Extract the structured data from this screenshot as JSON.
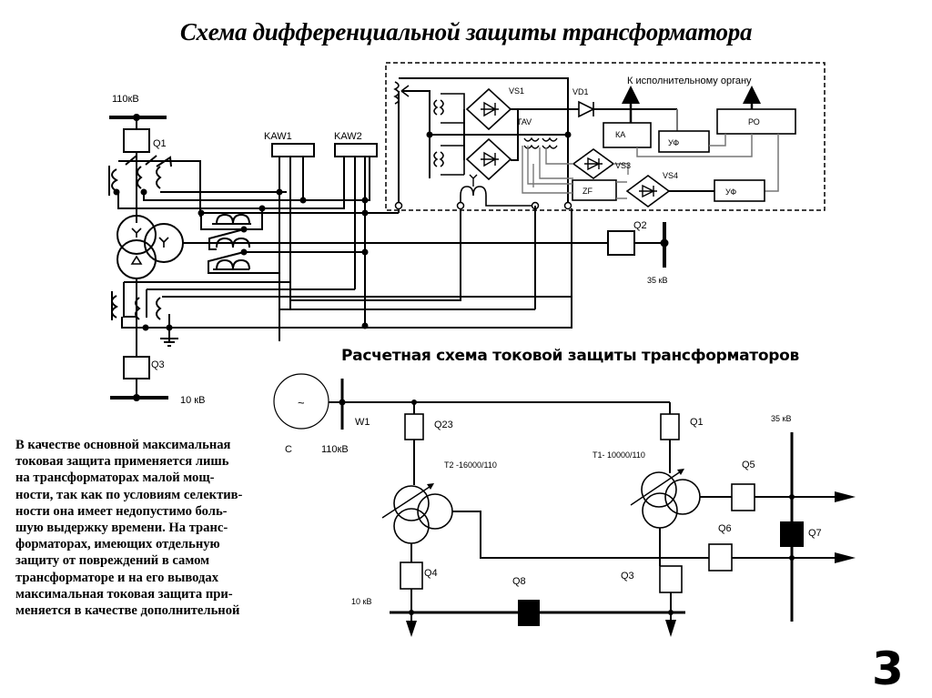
{
  "slide": {
    "title": "Схема дифференциальной защиты трансформатора",
    "page_number": "3"
  },
  "upper_diagram": {
    "bus_110": "110кВ",
    "bus_35": "35 кВ",
    "bus_10": "10 кВ",
    "breakers": {
      "q1": "Q1",
      "q2": "Q2",
      "q3": "Q3"
    },
    "relays": {
      "kaw1": "KAW1",
      "kaw2": "KAW2"
    },
    "relay_block": {
      "output_label": "К исполнительному органу",
      "vs1": "VS1",
      "vd1": "VD1",
      "tav": "TAV",
      "ka": "КА",
      "uf1": "УФ",
      "ro": "РО",
      "vs3": "VS3",
      "vs4": "VS4",
      "zf": "ZF",
      "uf2": "УФ"
    }
  },
  "lower_diagram": {
    "title": "Расчетная схема токовой защиты трансформаторов",
    "source_symbol": "~",
    "source_label": "С",
    "line": "W1",
    "bus_110": "110кВ",
    "bus_35": "35 кВ",
    "bus_10": "10 кВ",
    "t1": "Т1- 10000/110",
    "t2": "Т2  -16000/110",
    "breakers": {
      "q23": "Q23",
      "q1": "Q1",
      "q3": "Q3",
      "q4": "Q4",
      "q5": "Q5",
      "q6": "Q6",
      "q7": "Q7",
      "q8": "Q8"
    }
  },
  "paragraph": [
    "В качестве основной максимальная",
    "токовая защита применяется лишь",
    "на трансформаторах малой мощ-",
    "ности, так как по условиям селектив-",
    "ности она имеет недопустимо боль-",
    "шую выдержку времени. На транс-",
    "форматорах, имеющих отдельную",
    "защиту от повреждений в самом",
    "трансформаторе и на его выводах",
    "максимальная токовая защита при-",
    "меняется в качестве дополнительной"
  ]
}
